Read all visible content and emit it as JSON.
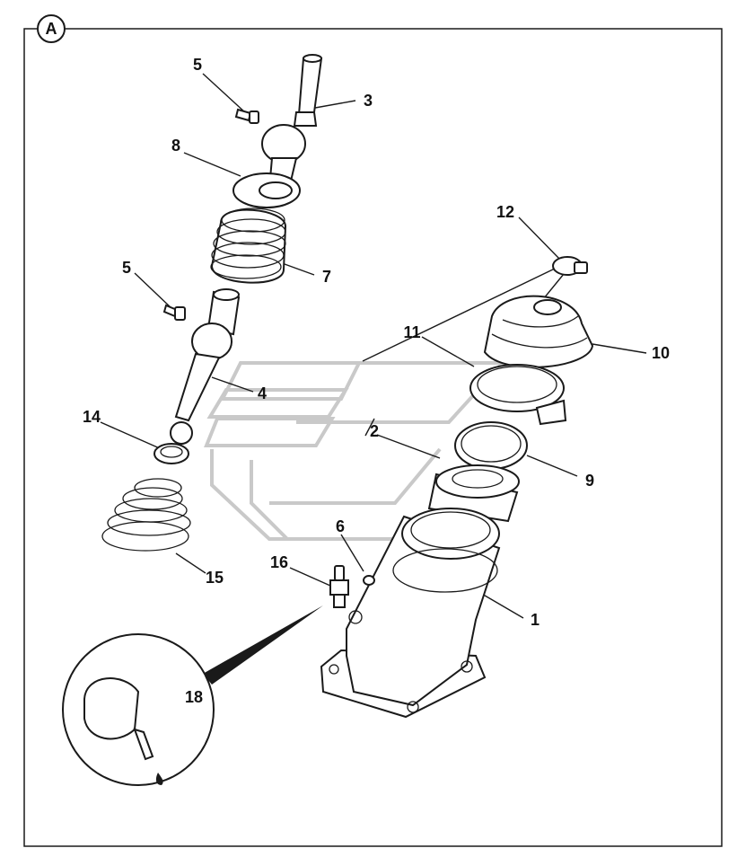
{
  "view_label": "A",
  "callouts": {
    "c1": "1",
    "c2": "2",
    "c3": "3",
    "c4": "4",
    "c5a": "5",
    "c5b": "5",
    "c6": "6",
    "c7": "7",
    "c8": "8",
    "c9": "9",
    "c10": "10",
    "c11": "11",
    "c12": "12",
    "c14": "14",
    "c15": "15",
    "c16": "16",
    "c18": "18"
  }
}
